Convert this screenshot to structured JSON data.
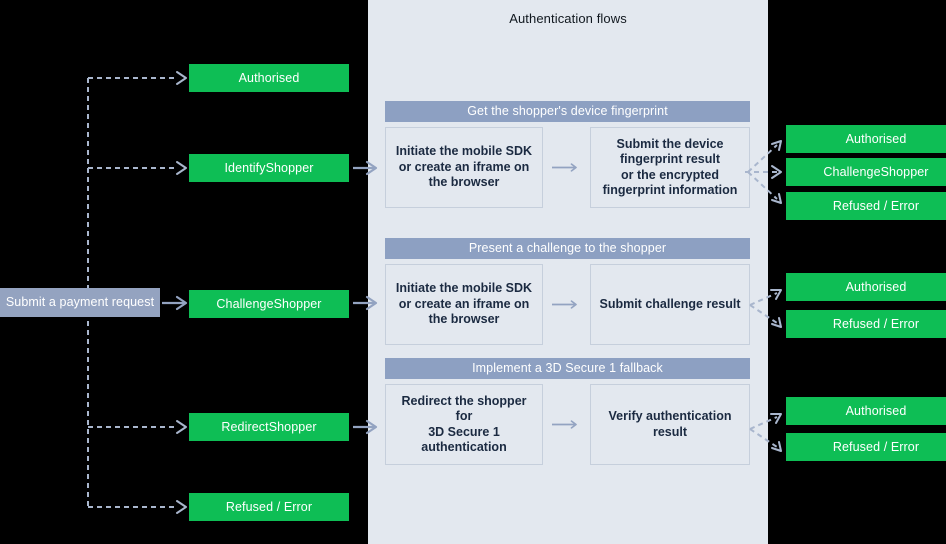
{
  "diagram": {
    "title": "Authentication flows",
    "start": {
      "label": "Submit a payment request"
    },
    "left_outcomes": [
      {
        "label": "Authorised"
      },
      {
        "label": "IdentifyShopper"
      },
      {
        "label": "ChallengeShopper"
      },
      {
        "label": "RedirectShopper"
      },
      {
        "label": "Refused / Error"
      }
    ],
    "sections": [
      {
        "header": "Get the shopper's device fingerprint",
        "step_left": "Initiate the mobile SDK or create an iframe on the browser",
        "step_left_lines": [
          "Initiate the mobile SDK",
          "or create an iframe on",
          "the browser"
        ],
        "step_right": "Submit the device fingerprint result or the encrypted fingerprint information",
        "step_right_lines": [
          "Submit the device",
          "fingerprint result",
          "or the encrypted",
          "fingerprint information"
        ],
        "results": [
          "Authorised",
          "ChallengeShopper",
          "Refused / Error"
        ]
      },
      {
        "header": "Present a challenge to the shopper",
        "step_left": "Initiate the mobile SDK or create an iframe on the browser",
        "step_left_lines": [
          "Initiate the mobile SDK",
          "or create an iframe on",
          "the browser"
        ],
        "step_right": "Submit challenge result",
        "step_right_lines": [
          "Submit challenge result"
        ],
        "results": [
          "Authorised",
          "Refused / Error"
        ]
      },
      {
        "header": "Implement a 3D Secure 1 fallback",
        "step_left": "Redirect the shopper for 3D Secure 1 authentication",
        "step_left_lines": [
          "Redirect the shopper for",
          "3D Secure 1",
          "authentication"
        ],
        "step_right": "Verify authentication result",
        "step_right_lines": [
          "Verify authentication",
          "result"
        ],
        "results": [
          "Authorised",
          "Refused / Error"
        ]
      }
    ],
    "right_outcomes": [
      {
        "label": "Authorised"
      },
      {
        "label": "ChallengeShopper"
      },
      {
        "label": "Refused / Error"
      },
      {
        "label": "Authorised"
      },
      {
        "label": "Refused / Error"
      },
      {
        "label": "Authorised"
      },
      {
        "label": "Refused / Error"
      }
    ],
    "colors": {
      "background": "#000000",
      "panel": "#E3E8EF",
      "green": "#0EBE55",
      "header_bar": "#8DA0C2",
      "start_box": "#94A3C0",
      "connector": "#93A3C1",
      "dashed_connector": "#A9B6CD",
      "step_border": "#C6CFDC",
      "step_text": "#1B2A41"
    }
  }
}
